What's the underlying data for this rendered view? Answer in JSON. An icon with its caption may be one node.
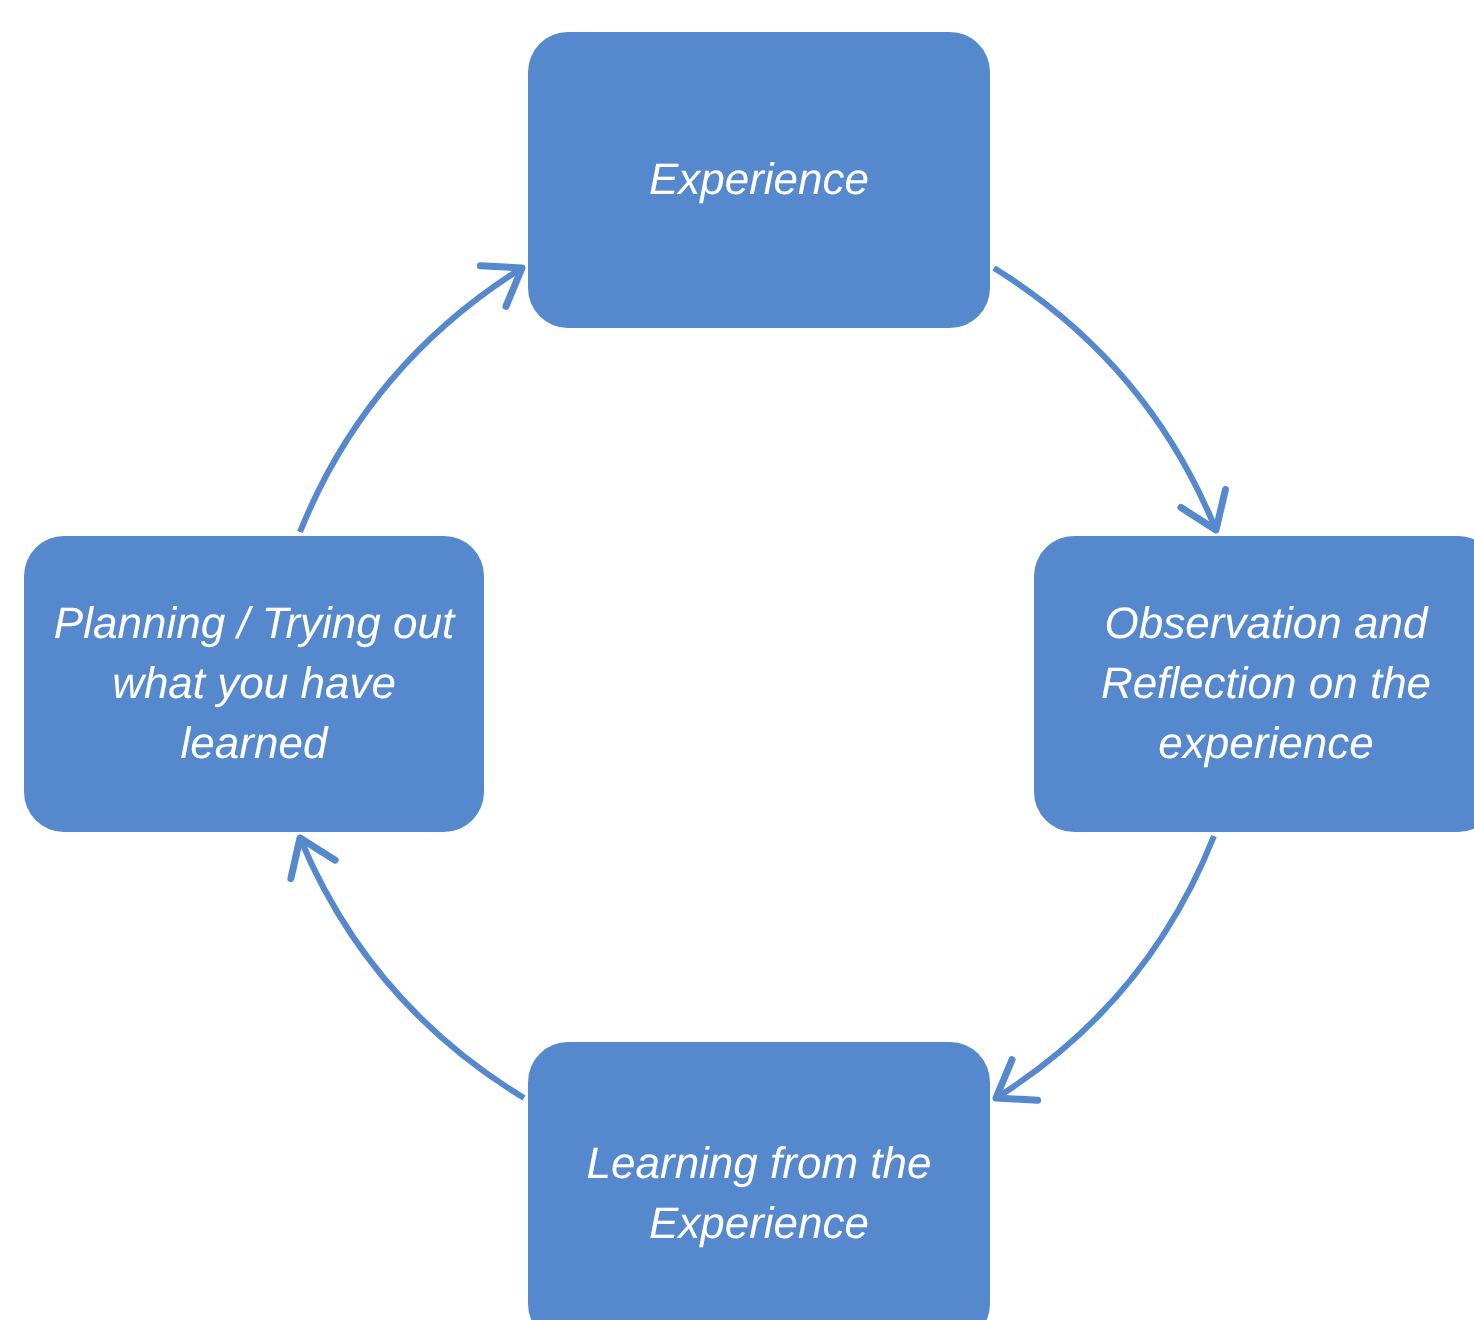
{
  "diagram": {
    "nodes": [
      {
        "text": [
          "Experience"
        ]
      },
      {
        "text": [
          "Observation and Reflection on the experience"
        ]
      },
      {
        "text": [
          "Learning from the Experience"
        ]
      },
      {
        "text": [
          "Planning / Trying out what you have learned"
        ]
      }
    ],
    "edges": [
      {
        "from": 0,
        "to": 1,
        "arrow": "to"
      },
      {
        "from": 1,
        "to": 2,
        "arrow": "to"
      },
      {
        "from": 2,
        "to": 3,
        "arrow": "to"
      },
      {
        "from": 3,
        "to": 0,
        "arrow": "to"
      }
    ]
  }
}
